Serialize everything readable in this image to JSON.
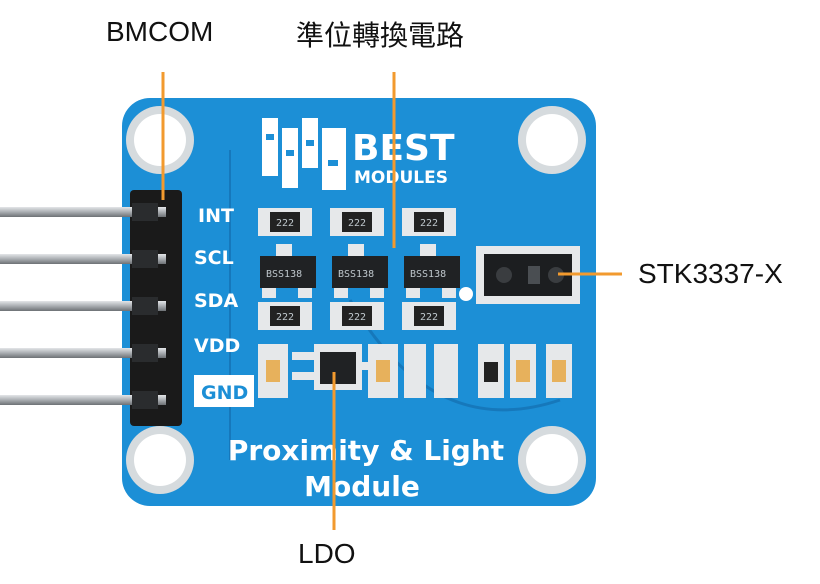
{
  "callouts": {
    "bmcom": "BMCOM",
    "level_shift": "準位轉換電路",
    "sensor": "STK3337-X",
    "ldo": "LDO"
  },
  "board": {
    "brand_top": "BEST",
    "brand_bottom": "MODULES",
    "title_line1": "Proximity & Light",
    "title_line2": "Module",
    "pins": [
      "INT",
      "SCL",
      "SDA",
      "VDD",
      "GND"
    ],
    "mosfet_label": "BSS138",
    "resistor_code": "222"
  },
  "colors": {
    "pcb": "#1c8fd6",
    "pcb_dark": "#1578b8",
    "callout_line": "#f29a2e",
    "header": "#1a1a1a",
    "pin": "#b9bcbf"
  }
}
